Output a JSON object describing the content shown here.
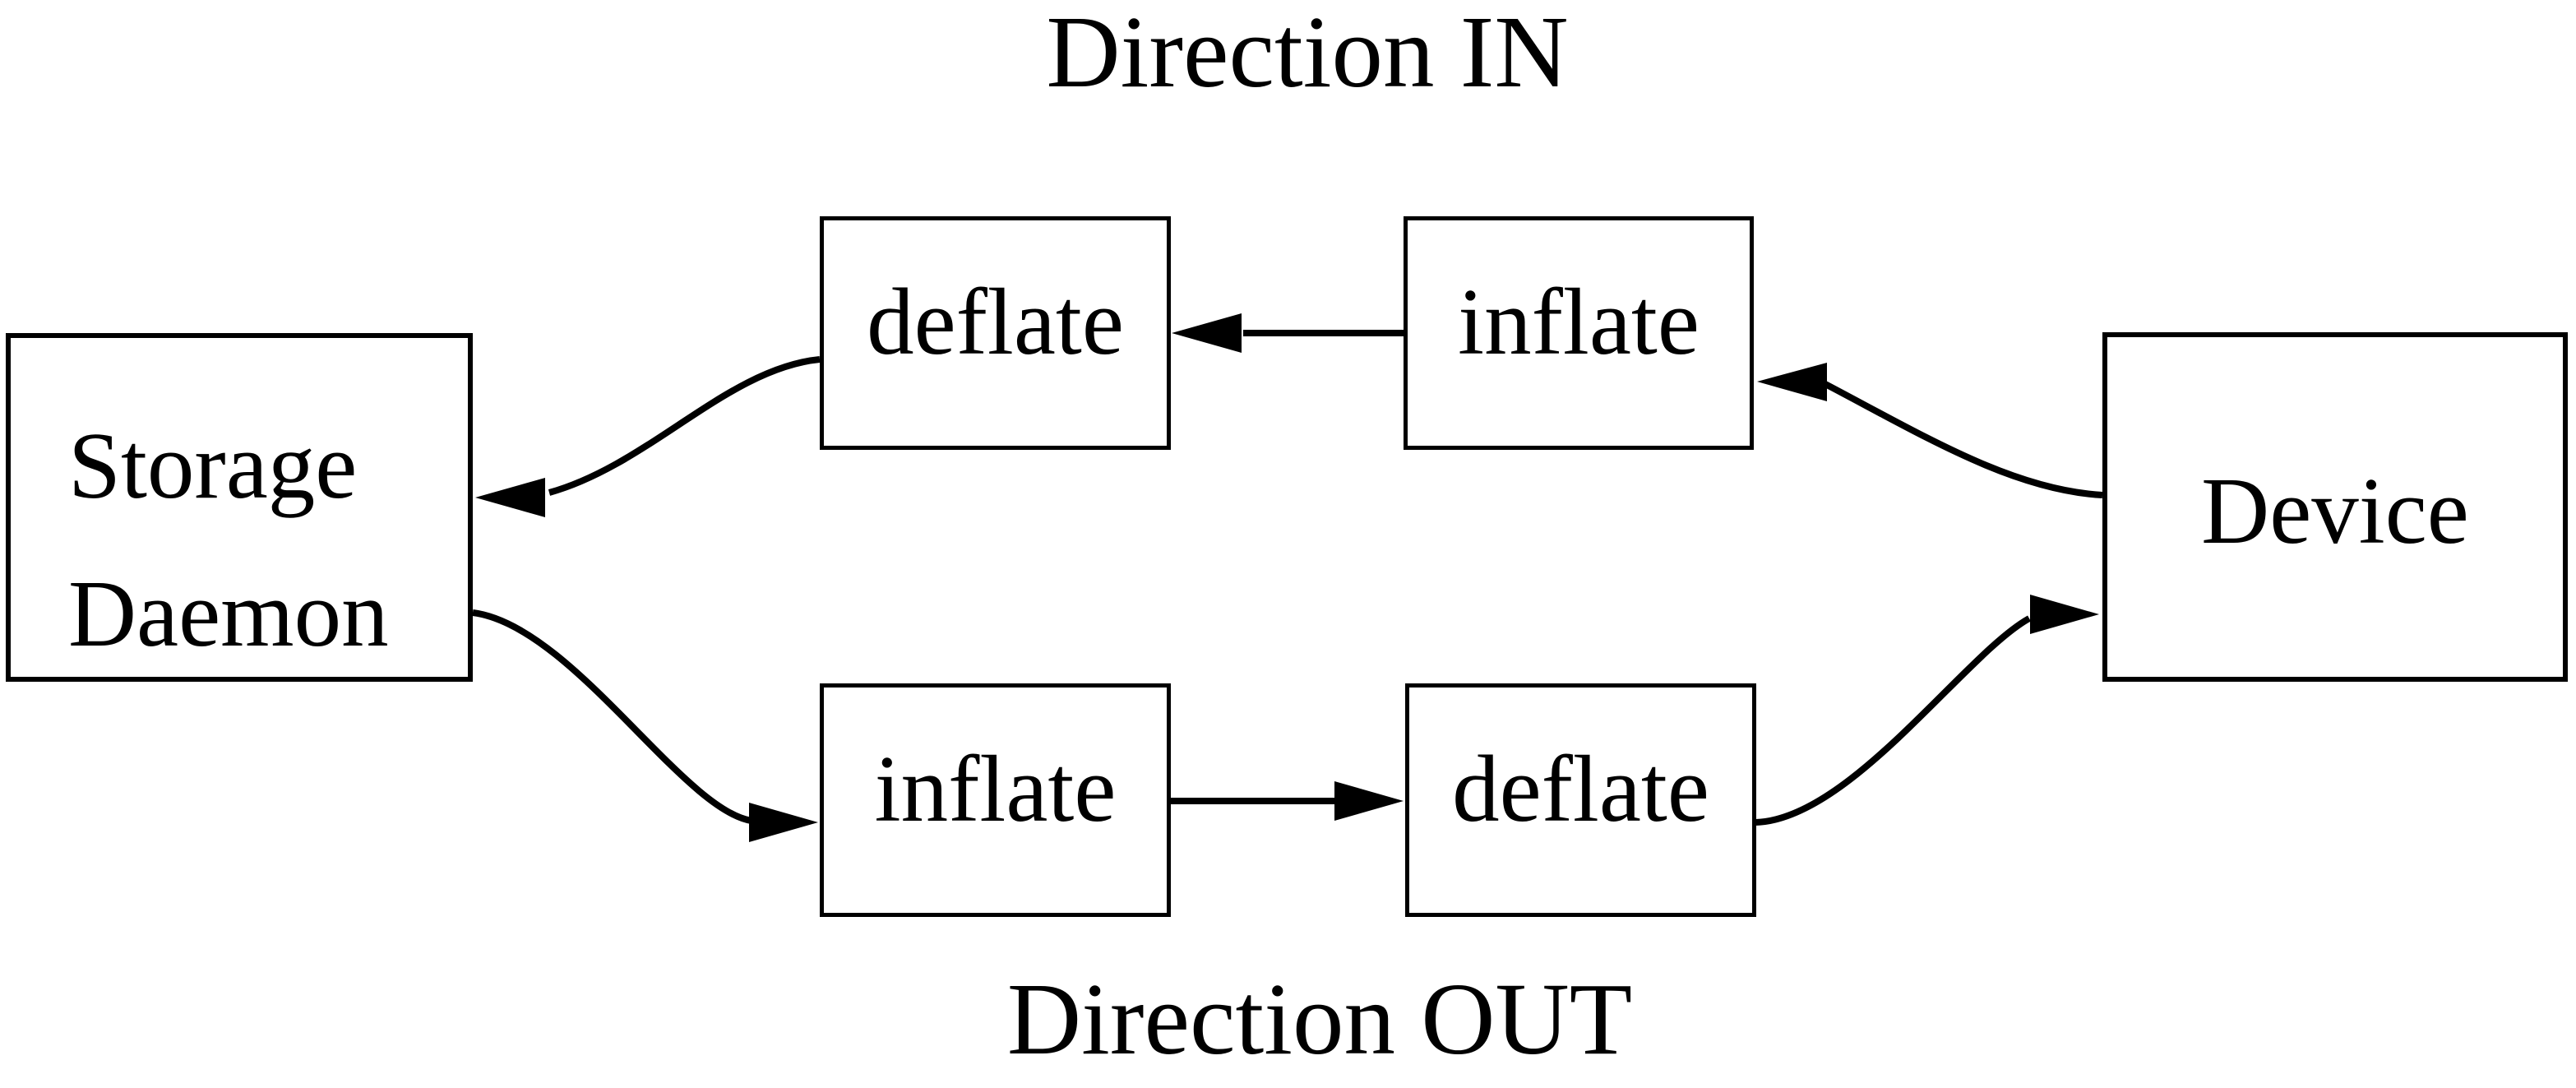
{
  "canvas": {
    "background": "#ffffff",
    "ink": "#000000",
    "kind": "flow diagram"
  },
  "titles": {
    "direction_in": "Direction IN",
    "direction_out": "Direction OUT"
  },
  "boxes": {
    "storage_daemon": {
      "line1": "Storage",
      "line2": "Daemon"
    },
    "deflate_in": {
      "label": "deflate"
    },
    "inflate_in": {
      "label": "inflate"
    },
    "inflate_out": {
      "label": "inflate"
    },
    "deflate_out": {
      "label": "deflate"
    },
    "device": {
      "label": "Device"
    }
  },
  "connectors": [
    {
      "id": "in-inflate-to-deflate",
      "group": "Direction IN",
      "from": "inflate",
      "to": "deflate",
      "shape": "straight",
      "arrow_points": "left"
    },
    {
      "id": "in-deflate-to-storage",
      "group": "Direction IN",
      "from": "deflate",
      "to": "Storage Daemon",
      "shape": "curve",
      "arrow_points": "left"
    },
    {
      "id": "in-device-to-inflate",
      "group": "Direction IN",
      "from": "Device",
      "to": "inflate",
      "shape": "curve",
      "arrow_points": "left"
    },
    {
      "id": "out-storage-to-inflate",
      "group": "Direction OUT",
      "from": "Storage Daemon",
      "to": "inflate",
      "shape": "curve",
      "arrow_points": "right"
    },
    {
      "id": "out-inflate-to-deflate",
      "group": "Direction OUT",
      "from": "inflate",
      "to": "deflate",
      "shape": "straight",
      "arrow_points": "right"
    },
    {
      "id": "out-deflate-to-device",
      "group": "Direction OUT",
      "from": "deflate",
      "to": "Device",
      "shape": "curve",
      "arrow_points": "right"
    }
  ]
}
